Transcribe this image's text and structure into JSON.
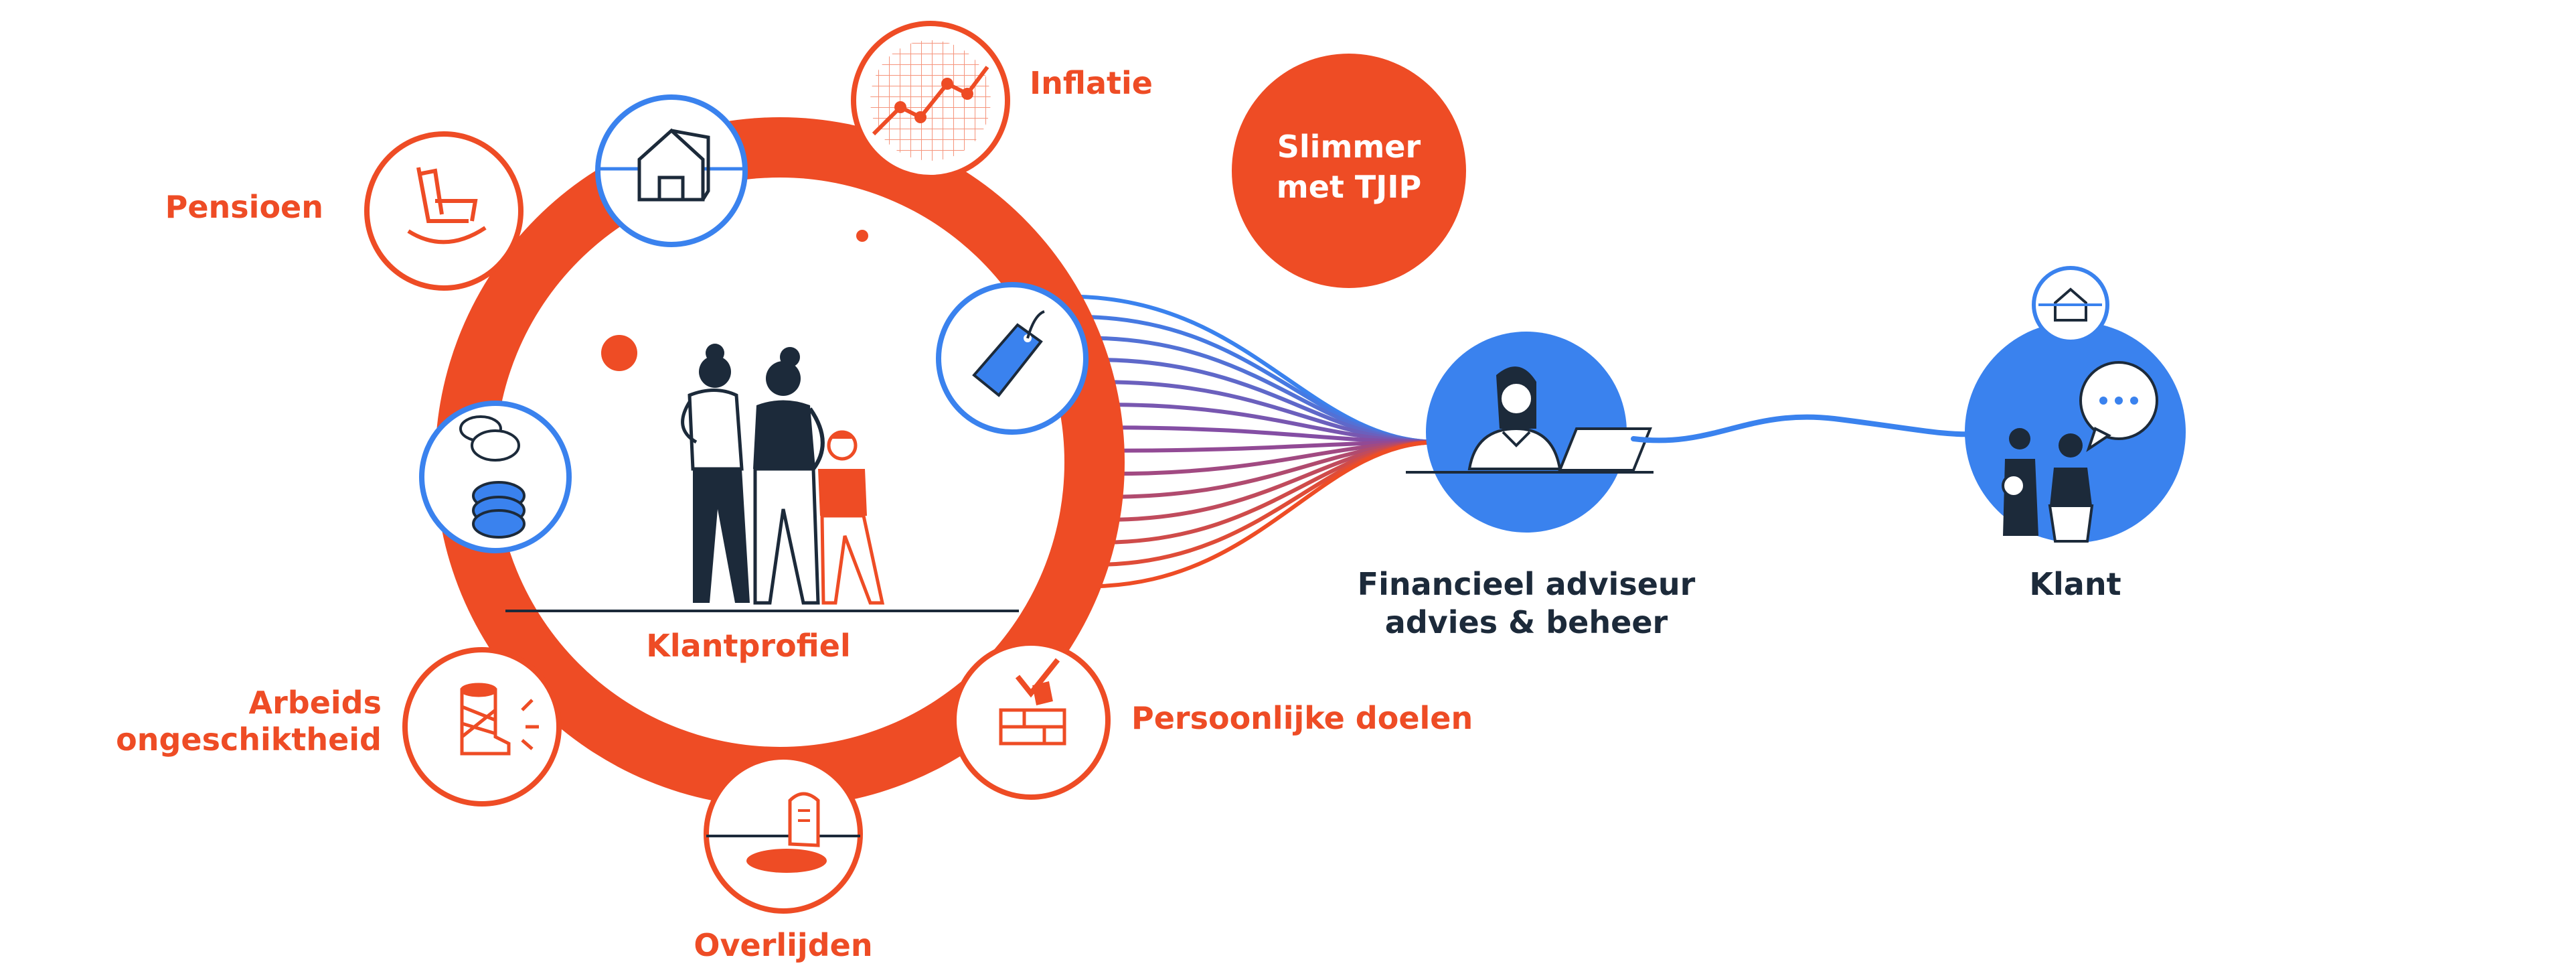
{
  "colors": {
    "orange": "#ee4c25",
    "blue": "#3a82ee",
    "navy": "#1c2a3a",
    "white": "#ffffff",
    "purple": "#8a4a9e"
  },
  "labels": {
    "inflatie": "Inflatie",
    "pensioen": "Pensioen",
    "arbeids_line1": "Arbeids",
    "arbeids_line2": "ongeschiktheid",
    "persoonlijke_doelen": "Persoonlijke doelen",
    "overlijden": "Overlijden",
    "klantprofiel": "Klantprofiel",
    "slimmer_line1": "Slimmer",
    "slimmer_line2": "met TJIP",
    "adviseur_line1": "Financieel adviseur",
    "adviseur_line2": "advies & beheer",
    "klant": "Klant"
  },
  "icons": {
    "house": "house-icon",
    "inflation": "inflation-chart-icon",
    "tag": "price-tag-icon",
    "chair": "rocking-chair-icon",
    "coins": "coins-icon",
    "injury": "bandaged-leg-icon",
    "grave": "gravestone-icon",
    "goals": "goal-bricks-icon",
    "advisor": "advisor-laptop-icon",
    "chat": "chat-bubble-icon"
  }
}
